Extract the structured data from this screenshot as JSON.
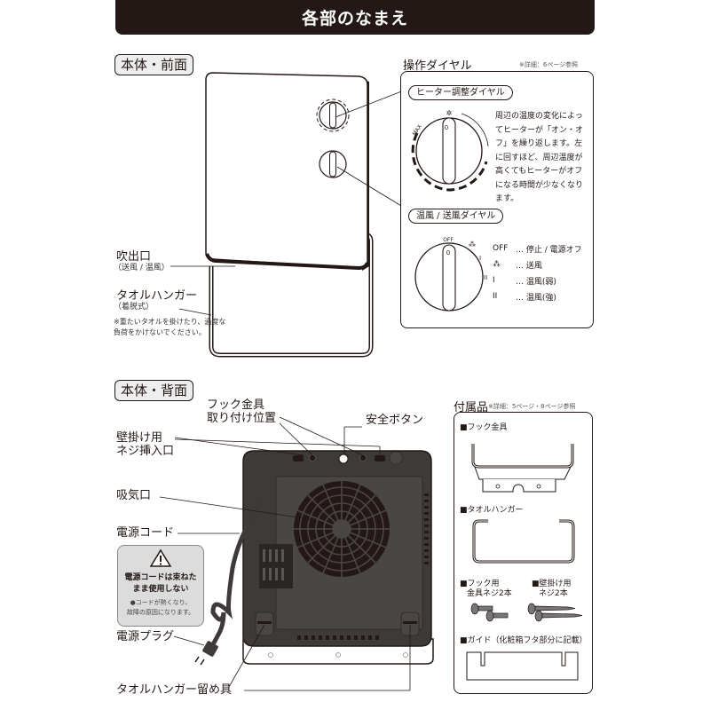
{
  "header": {
    "title": "各部のなまえ"
  },
  "front": {
    "section_label": "本体・前面",
    "labels": {
      "outlet": "吹出口",
      "outlet_sub": "（送風 / 温風）",
      "towel_hanger": "タオルハンガー",
      "towel_hanger_sub": "（着脱式）",
      "towel_note": "※重たいタオルを掛けたり、過度な負荷をかけないでください。"
    }
  },
  "dials": {
    "heading": "操作ダイヤル",
    "ref_note": "※詳細：6ページ参照",
    "heater_dial": {
      "label": "ヒーター調整ダイヤル",
      "max_mark": "MAX",
      "description": "周辺の温度の変化によってヒーターが「オン・オフ」を繰り返します。左に回すほど、周辺温度が高くてもヒーターがオフになる時間が少なくなります。"
    },
    "mode_dial": {
      "label": "温風 / 送風ダイヤル",
      "off_mark": "OFF",
      "legend": [
        {
          "symbol": "OFF",
          "text": "… 停止 / 電源オフ"
        },
        {
          "symbol": "fan",
          "text": "… 送風"
        },
        {
          "symbol": "I",
          "text": "… 温風(弱)"
        },
        {
          "symbol": "II",
          "text": "… 温風(強)"
        }
      ]
    }
  },
  "back": {
    "section_label": "本体・背面",
    "labels": {
      "hook_position_line1": "フック金具",
      "hook_position_line2": "取り付け位置",
      "safety_button": "安全ボタン",
      "wall_screw_line1": "壁掛け用",
      "wall_screw_line2": "ネジ挿入口",
      "air_intake": "吸気口",
      "power_cord": "電源コード",
      "power_plug": "電源プラグ",
      "towel_hanger_clip": "タオルハンガー留め具"
    },
    "warning": {
      "icon": "warning-triangle-icon",
      "title_line1": "電源コードは束ねた",
      "title_line2": "まま使用しない",
      "note_line1": "●コードが熱くなり、",
      "note_line2": "故障の原因になります。"
    }
  },
  "accessories": {
    "heading": "付属品",
    "ref_note": "※詳細：5ページ・8ページ参照",
    "items": {
      "hook_bracket": "■フック金具",
      "towel_hanger": "■タオルハンガー",
      "hook_screws_line1": "■フック用",
      "hook_screws_line2": "金具ネジ2本",
      "wall_screws_line1": "■壁掛け用",
      "wall_screws_line2": "ネジ2本",
      "guide": "■ガイド（化粧箱フタ部分に記載）"
    }
  }
}
